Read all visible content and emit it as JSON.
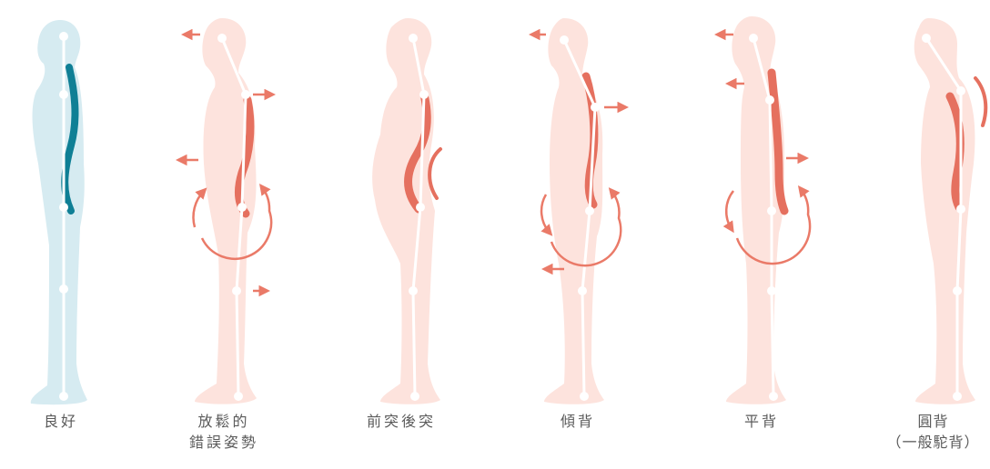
{
  "colors": {
    "good_body": "#d6ebf1",
    "good_spine": "#0f7f95",
    "bad_body": "#fde3dd",
    "bad_spine": "#e5705f",
    "skeleton": "#ffffff",
    "arrow": "#ea7a68",
    "caption_text": "#5b5b5b"
  },
  "figures": [
    {
      "id": "good",
      "caption_lines": [
        "良好"
      ]
    },
    {
      "id": "relaxed",
      "caption_lines": [
        "放鬆的",
        "錯誤姿勢"
      ]
    },
    {
      "id": "lordosis-kyphosis",
      "caption_lines": [
        "前突後突"
      ]
    },
    {
      "id": "sway-back",
      "caption_lines": [
        "傾背"
      ]
    },
    {
      "id": "flat-back",
      "caption_lines": [
        "平背"
      ]
    },
    {
      "id": "round-back",
      "caption_lines": [
        "圓背",
        "（一般駝背）"
      ]
    }
  ]
}
